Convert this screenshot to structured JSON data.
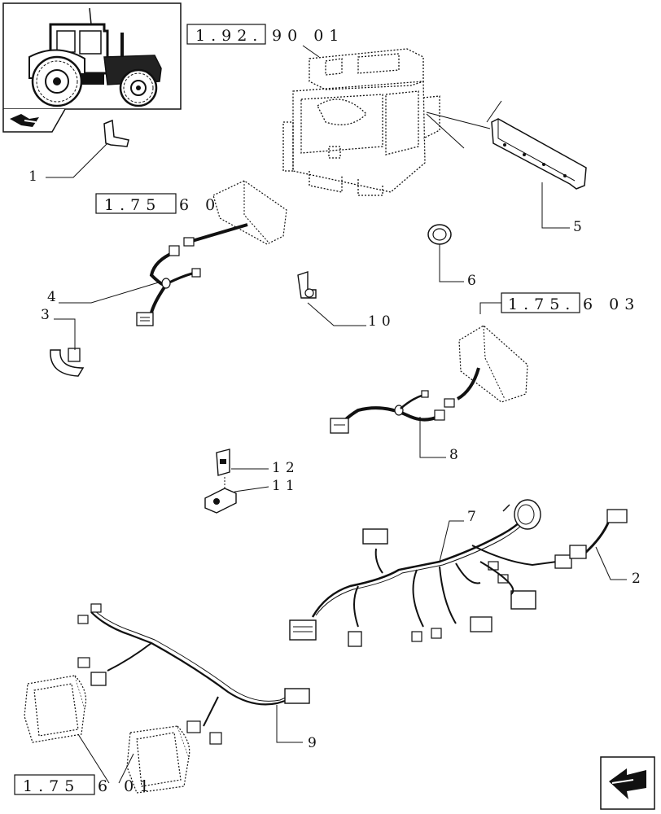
{
  "references": {
    "cab": {
      "boxed": "1.92.",
      "rest": "90 01"
    },
    "left_light": {
      "boxed": "1.75",
      "rest": "6 03"
    },
    "right_light": {
      "boxed": "1.75.",
      "rest": "6 03"
    },
    "front_lights": {
      "boxed": "1.75",
      "rest": "6 01"
    }
  },
  "callouts": {
    "c1": "1",
    "c2": "2",
    "c3": "3",
    "c4": "4",
    "c5": "5",
    "c6": "6",
    "c7": "7",
    "c8": "8",
    "c9": "9",
    "c10": "10",
    "c11": "11",
    "c12": "12"
  },
  "icons": {
    "thumbnail": "tractor-thumbnail-icon",
    "nav_prev": "previous-page-arrow-icon",
    "nav_next": "next-page-arrow-icon"
  }
}
